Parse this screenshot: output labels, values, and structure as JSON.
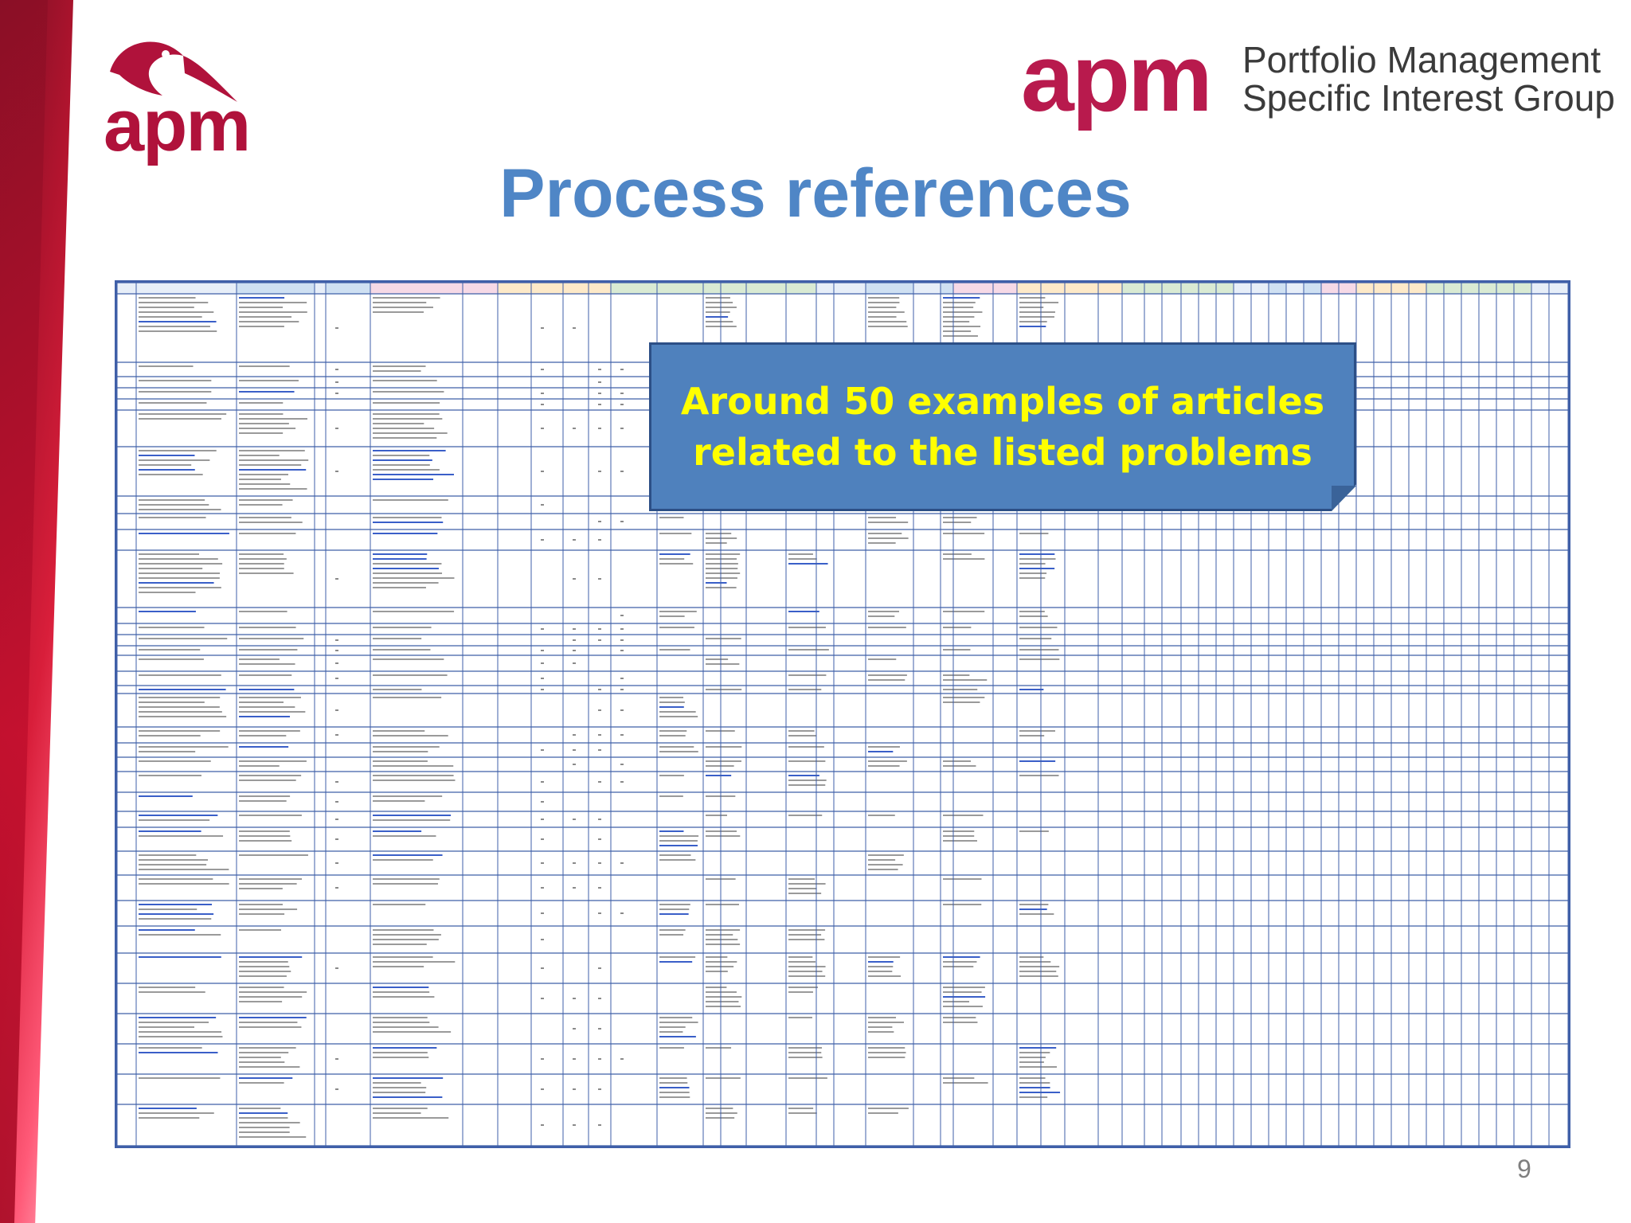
{
  "slide": {
    "title": "Process references",
    "page_number": "9"
  },
  "logos": {
    "left_word": "apm",
    "right_word": "apm",
    "right_line1": "Portfolio Management",
    "right_line2": "Specific Interest Group"
  },
  "callout": {
    "line1": "Around 50 examples of articles",
    "line2": "related to the listed problems"
  },
  "colors": {
    "brand_red": "#b81a4d",
    "title_blue": "#4f86c6",
    "callout_fill": "#4f81bd",
    "callout_text": "#ffff00",
    "grid_line": "#3f5fa8"
  }
}
